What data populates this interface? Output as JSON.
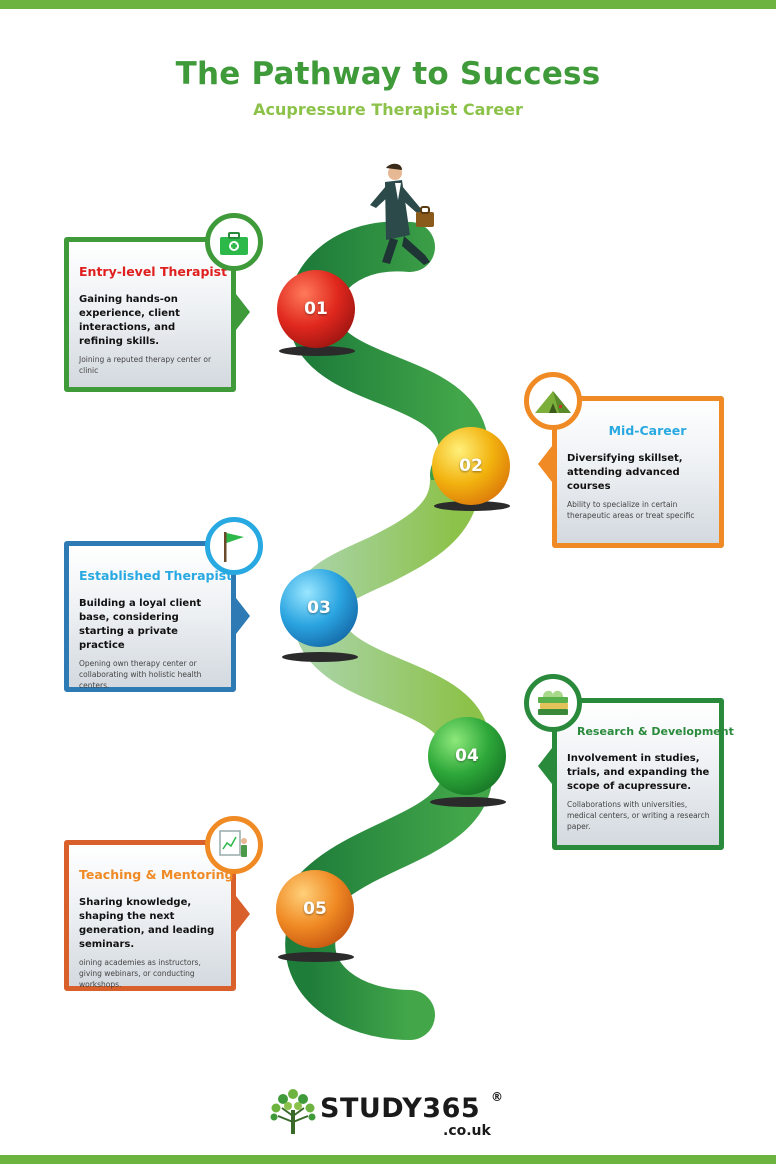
{
  "header": {
    "title": "The Pathway to Success",
    "subtitle": "Acupressure Therapist Career"
  },
  "stages": [
    {
      "number": "01",
      "heading": "Entry-level Therapist",
      "main": "Gaining hands-on experience, client interactions, and refining skills.",
      "detail": "Joining a reputed therapy center or clinic",
      "color": "#e01e1e",
      "icon": "first-aid-kit-icon"
    },
    {
      "number": "02",
      "heading": "Mid-Career",
      "main": "Diversifying skillset, attending advanced courses",
      "detail": "Ability to specialize in certain therapeutic areas or treat specific",
      "color": "#29a9e1",
      "icon": "tent-icon"
    },
    {
      "number": "03",
      "heading": "Established Therapist",
      "main": "Building a loyal client base, considering starting a private practice",
      "detail": "Opening own therapy center or collaborating with holistic health centers.",
      "color": "#29a9e1",
      "icon": "flag-icon"
    },
    {
      "number": "04",
      "heading": "Research & Development",
      "main": "Involvement in studies, trials, and expanding the scope of acupressure.",
      "detail": "Collaborations with universities, medical centers, or writing a research paper.",
      "color": "#2a8a3c",
      "icon": "books-icon"
    },
    {
      "number": "05",
      "heading": "Teaching & Mentoring",
      "main": "Sharing knowledge, shaping the next generation, and leading seminars.",
      "detail": "oining academies as instructors, giving webinars, or conducting workshops.",
      "color": "#f08a24",
      "icon": "presentation-board-icon"
    }
  ],
  "logo": {
    "name": "STUDY365",
    "reg": "®",
    "domain": ".co.uk"
  }
}
